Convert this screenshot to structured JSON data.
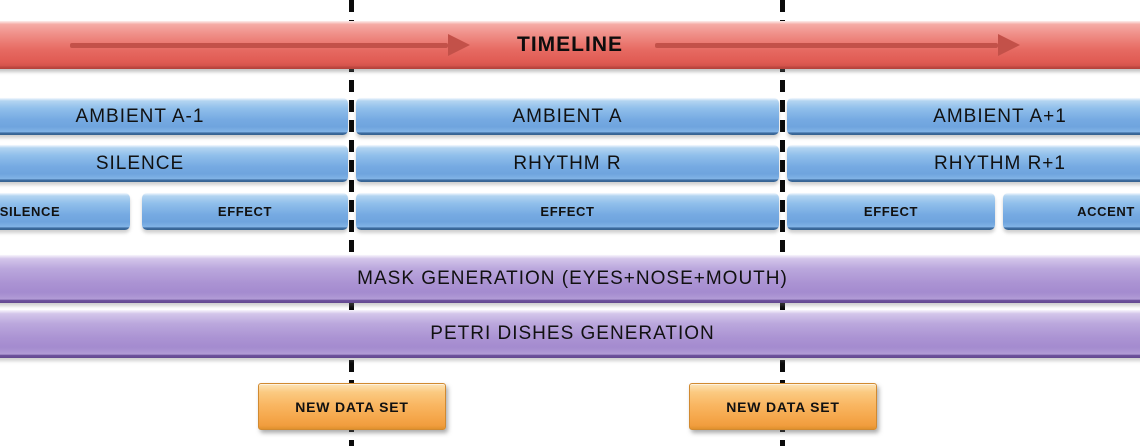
{
  "timeline": {
    "label": "TIMELINE"
  },
  "tracks": {
    "ambient": {
      "left": "AMBIENT A-1",
      "middle": "AMBIENT A",
      "right": "AMBIENT A+1"
    },
    "rhythm": {
      "left": "SILENCE",
      "middle": "RHYTHM R",
      "right": "RHYTHM R+1"
    },
    "effects": {
      "items": [
        "SILENCE",
        "EFFECT",
        "EFFECT",
        "EFFECT",
        "ACCENT"
      ]
    }
  },
  "generation": {
    "mask_label": "MASK GENERATION (EYES+NOSE+MOUTH)",
    "petri_label": "PETRI DISHES GENERATION"
  },
  "markers": {
    "items": [
      "NEW DATA SET",
      "NEW DATA SET"
    ]
  },
  "colors": {
    "timeline_red": "#EC7A72",
    "arrow_red": "#C35149",
    "track_blue": "#7FB2E6",
    "generation_purple": "#B29CD6",
    "marker_orange": "#F8B55E",
    "divider_black": "#0B0B0B",
    "text_black": "#111111"
  }
}
